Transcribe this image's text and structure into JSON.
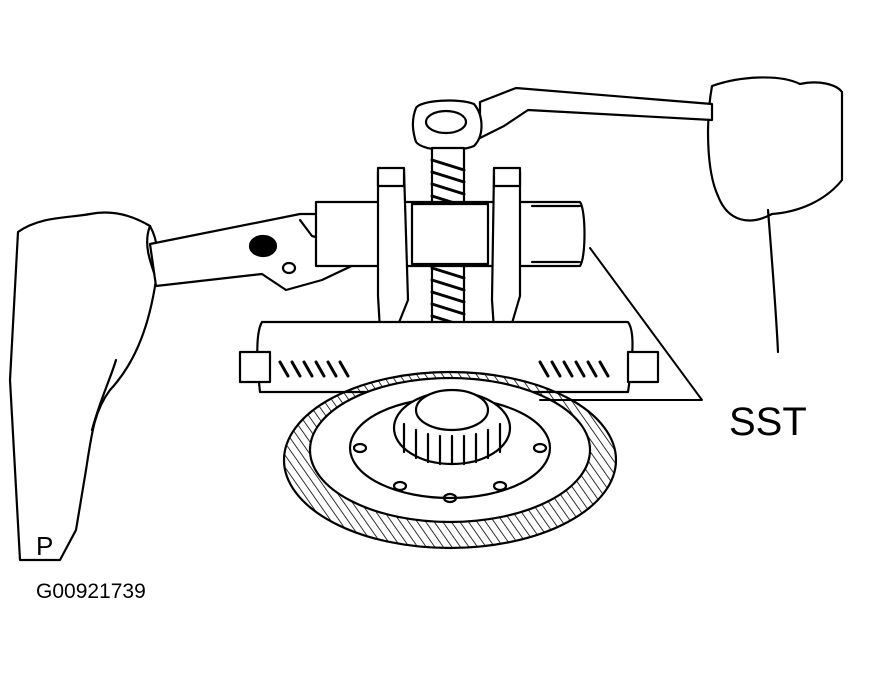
{
  "labels": {
    "sst": "SST",
    "position": "P",
    "figure_code": "G00921739"
  },
  "colors": {
    "ink": "#000000",
    "paper": "#ffffff"
  }
}
